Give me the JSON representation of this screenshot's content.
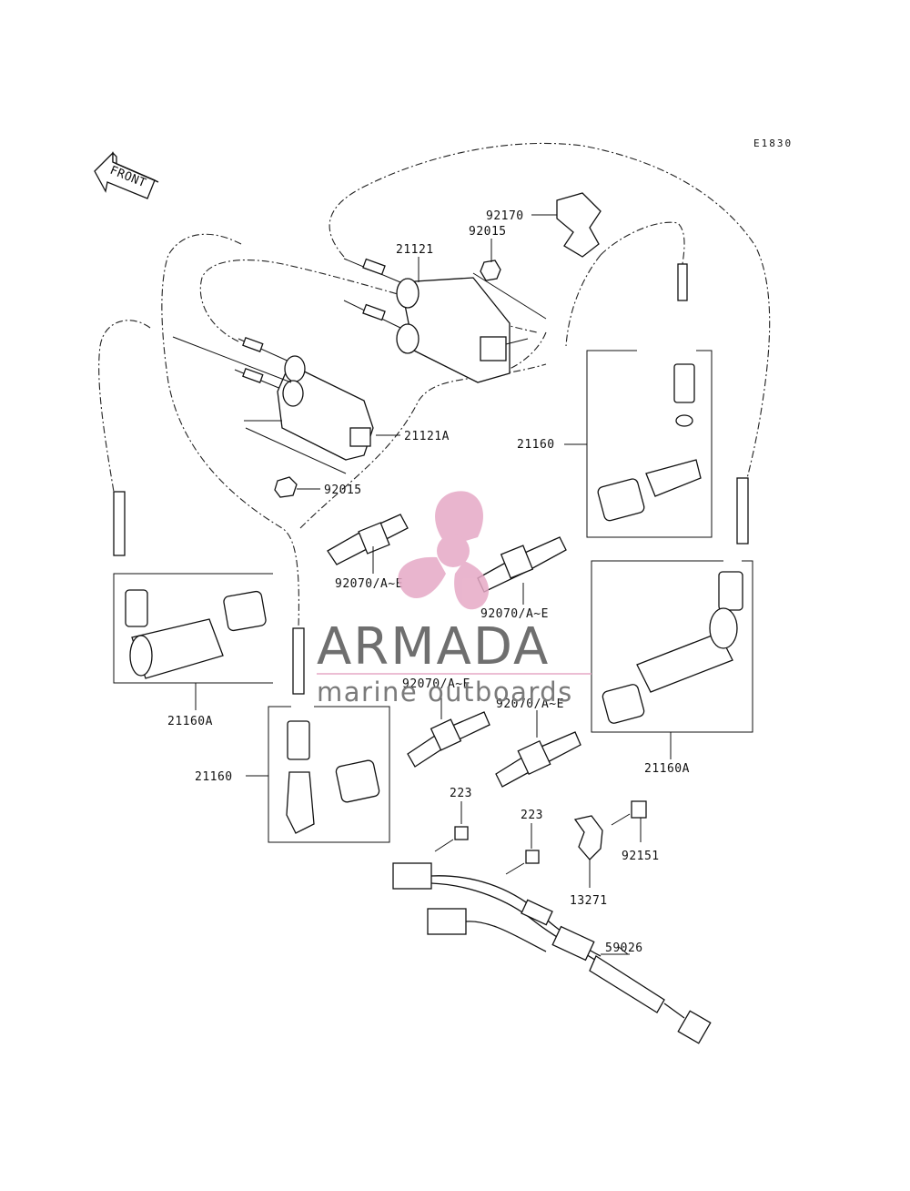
{
  "diagram_code": "E1830",
  "front_label": "FRONT",
  "parts": {
    "p92170": "92170",
    "p92015_top": "92015",
    "p21121": "21121",
    "p21121A": "21121A",
    "p92015_bottom": "92015",
    "p21160_right": "21160",
    "p92070_1": "92070/A~E",
    "p92070_2": "92070/A~E",
    "p92070_3": "92070/A~E",
    "p92070_4": "92070/A~E",
    "p21160A_left": "21160A",
    "p21160A_right": "21160A",
    "p21160_left": "21160",
    "p223_a": "223",
    "p223_b": "223",
    "p92151": "92151",
    "p13271": "13271",
    "p59026": "59026"
  },
  "watermark": {
    "brand": "ARMADA",
    "tagline": "marine outboards",
    "accent_color": "#e6a9c6"
  }
}
